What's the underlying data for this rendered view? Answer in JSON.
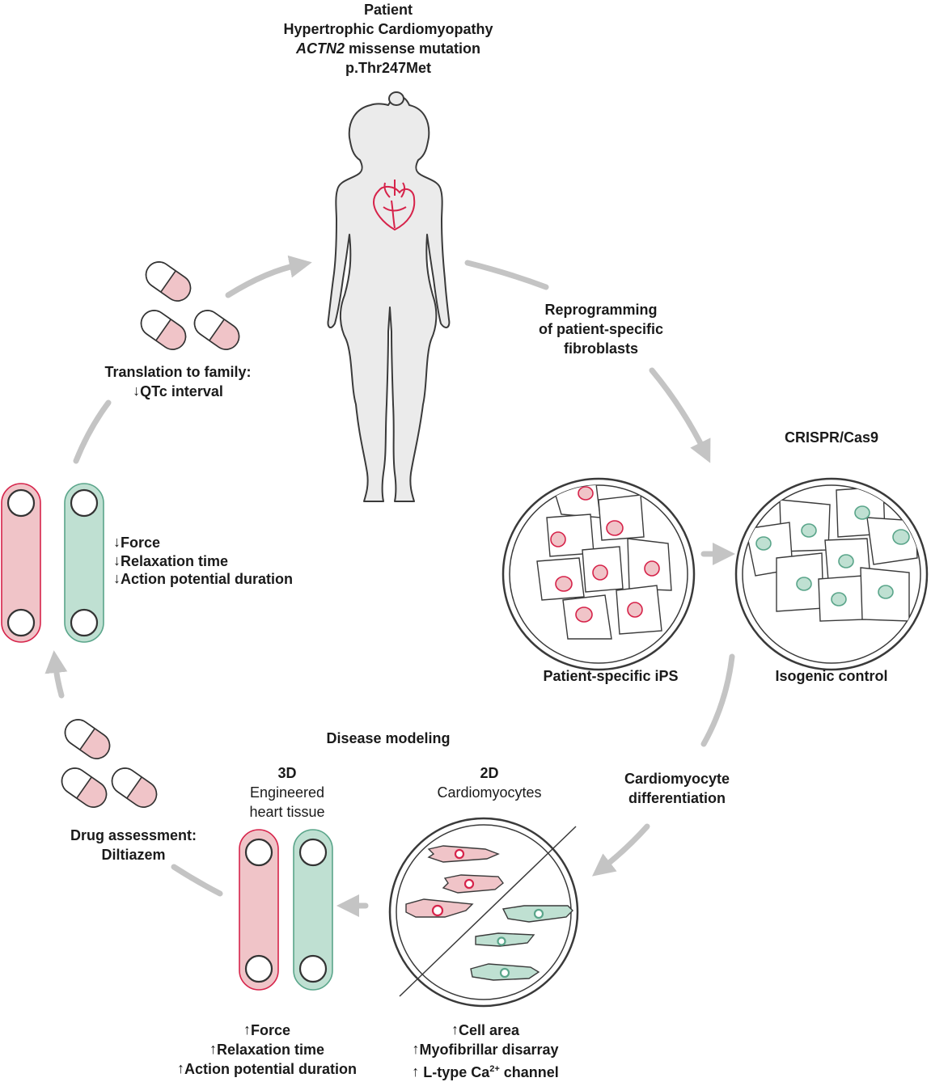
{
  "patient": {
    "line1": "Patient",
    "line2": "Hypertrophic Cardiomyopathy",
    "line3_gene": "ACTN2",
    "line3_rest": " missense mutation",
    "line4": "p.Thr247Met"
  },
  "reprogramming": {
    "line1": "Reprogramming",
    "line2": "of patient-specific",
    "line3": "fibroblasts"
  },
  "crispr_label": "CRISPR/Cas9",
  "ips_label": "Patient-specific iPS",
  "isogenic_label": "Isogenic control",
  "differentiation": {
    "line1": "Cardiomyocyte",
    "line2": "differentiation"
  },
  "disease_modeling_label": "Disease modeling",
  "model_2d": {
    "title": "2D",
    "subtitle": "Cardiomyocytes",
    "findings": [
      {
        "arrow": "↑",
        "text": "Cell area"
      },
      {
        "arrow": "↑",
        "text": "Myofibrillar disarray"
      },
      {
        "arrow": "↑",
        "text": " L-type Ca",
        "sup": "2+",
        "tail": " channel"
      }
    ]
  },
  "model_3d": {
    "title": "3D",
    "subtitle1": "Engineered",
    "subtitle2": "heart tissue",
    "findings": [
      {
        "arrow": "↑",
        "text": "Force"
      },
      {
        "arrow": "↑",
        "text": "Relaxation time"
      },
      {
        "arrow": "↑",
        "text": "Action potential duration"
      }
    ]
  },
  "drug_assessment": {
    "line1": "Drug assessment:",
    "line2": "Diltiazem"
  },
  "drug_effects": [
    {
      "arrow": "↓",
      "text": "Force"
    },
    {
      "arrow": "↓",
      "text": "Relaxation time"
    },
    {
      "arrow": "↓",
      "text": "Action potential duration"
    }
  ],
  "translation": {
    "line1": "Translation to family:",
    "arrow": "↓",
    "line2": "QTc interval"
  },
  "colors": {
    "patient_red": "#d6234a",
    "patient_fill": "#f0c4c8",
    "control_green": "#5aa58a",
    "control_fill": "#bfe0d2",
    "arrow_gray": "#c4c4c4",
    "body_gray": "#ebebeb"
  }
}
